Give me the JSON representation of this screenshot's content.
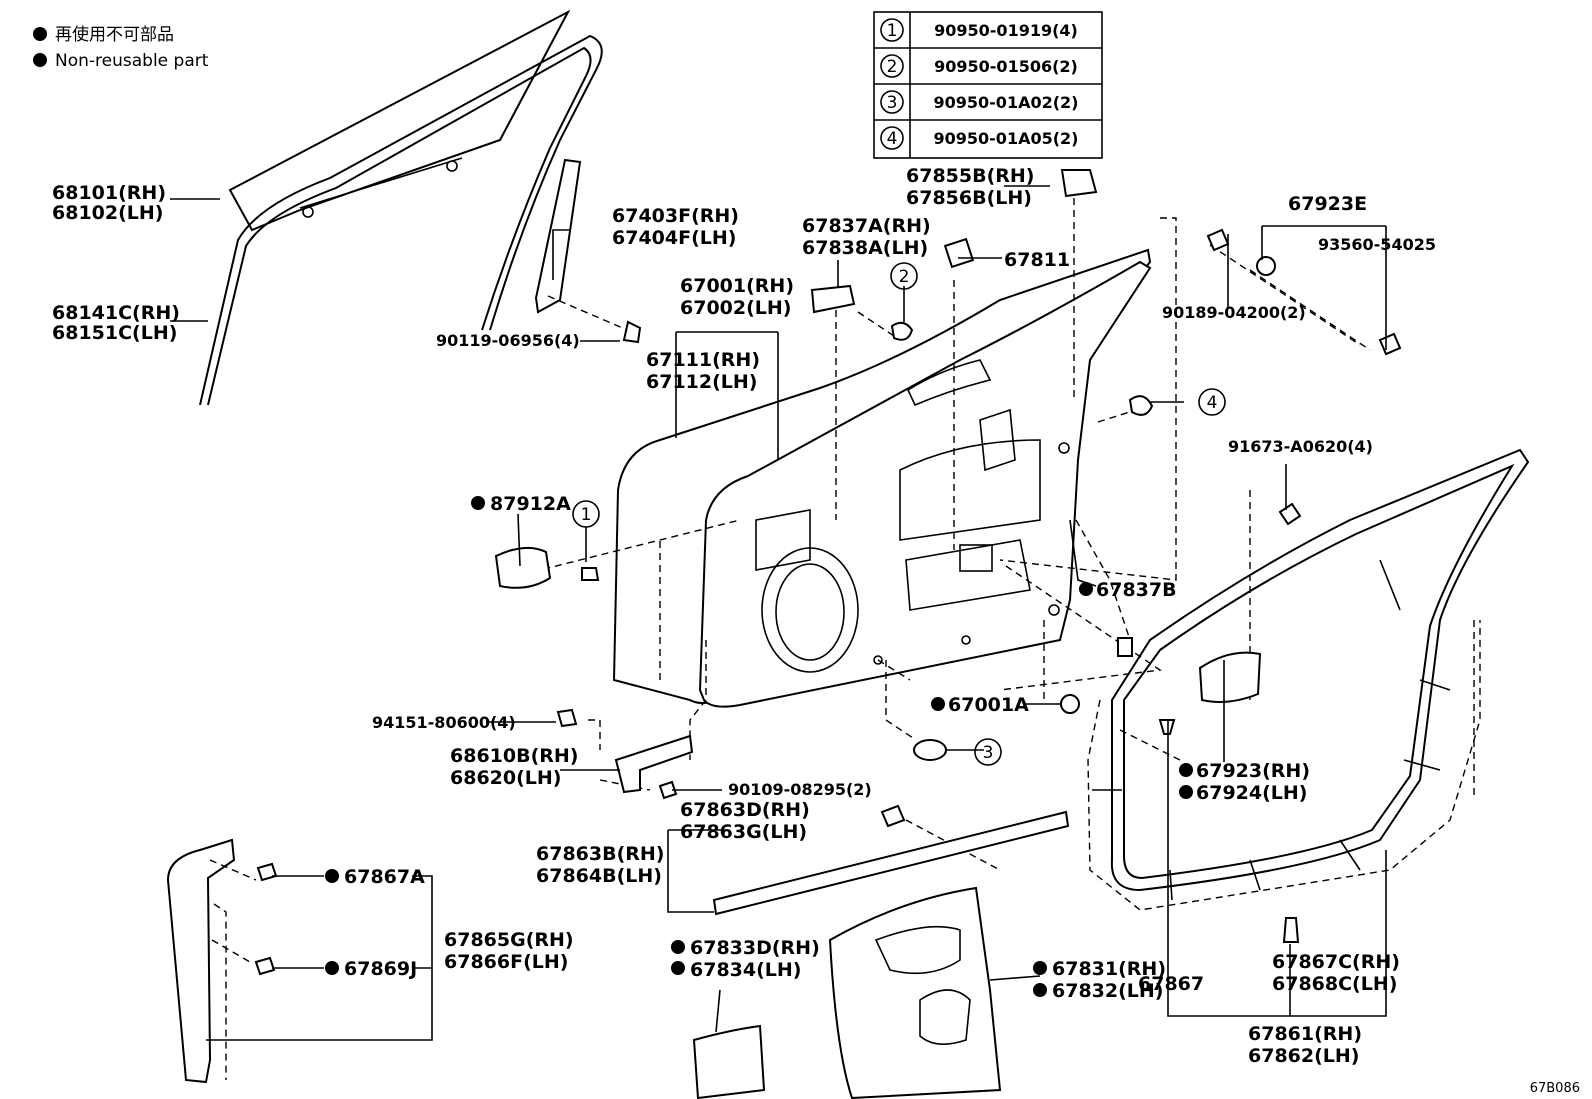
{
  "legend": [
    {
      "text": "再使用不可部品"
    },
    {
      "text": "Non-reusable part"
    }
  ],
  "table": [
    {
      "num": "1",
      "part": "90950-01919(4)"
    },
    {
      "num": "2",
      "part": "90950-01506(2)"
    },
    {
      "num": "3",
      "part": "90950-01A02(2)"
    },
    {
      "num": "4",
      "part": "90950-01A05(2)"
    }
  ],
  "labels": {
    "l68101": "68101(RH)",
    "l68102": "68102(LH)",
    "l68141": "68141C(RH)",
    "l68151": "68151C(LH)",
    "l67403": "67403F(RH)",
    "l67404": "67404F(LH)",
    "l90119": "90119-06956(4)",
    "l67001": "67001(RH)",
    "l67002": "67002(LH)",
    "l67111": "67111(RH)",
    "l67112": "67112(LH)",
    "l67837a": "67837A(RH)",
    "l67838a": "67838A(LH)",
    "l67855": "67855B(RH)",
    "l67856": "67856B(LH)",
    "l67811": "67811",
    "l67923e": "67923E",
    "l93560": "93560-54025",
    "l90189": "90189-04200(2)",
    "l87912": "87912A",
    "l91673": "91673-A0620(4)",
    "l67837b": "67837B",
    "l67001a": "67001A",
    "l94151": "94151-80600(4)",
    "l68610": "68610B(RH)",
    "l68620": "68620(LH)",
    "l90109": "90109-08295(2)",
    "l67923": "67923(RH)",
    "l67924": "67924(LH)",
    "l67863d": "67863D(RH)",
    "l67863g": "67863G(LH)",
    "l67863b": "67863B(RH)",
    "l67864b": "67864B(LH)",
    "l67867a": "67867A",
    "l67869j": "67869J",
    "l67865": "67865G(RH)",
    "l67866": "67866F(LH)",
    "l67833": "67833D(RH)",
    "l67834": "67834(LH)",
    "l67831": "67831(RH)",
    "l67832": "67832(LH)",
    "l67867": "67867",
    "l67867c": "67867C(RH)",
    "l67868c": "67868C(LH)",
    "l67861": "67861(RH)",
    "l67862": "67862(LH)",
    "callout1": "1",
    "callout2": "2",
    "callout3": "3",
    "callout4": "4",
    "ref": "67B086"
  }
}
